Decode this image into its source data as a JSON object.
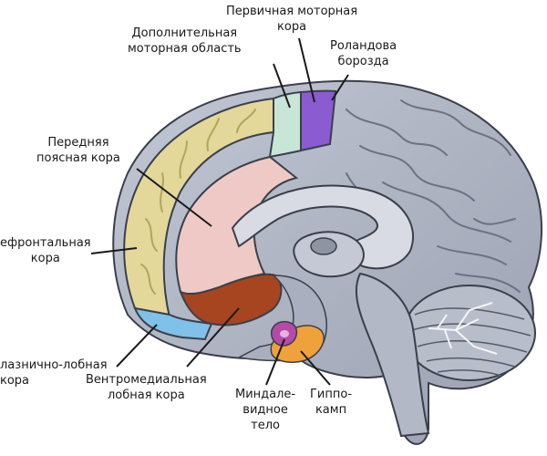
{
  "labels": {
    "primary_motor": [
      "Первичная моторная",
      "кора"
    ],
    "supplementary_motor": [
      "Дополнительная",
      "моторная область"
    ],
    "rolandic": [
      "Роландова",
      "борозда"
    ],
    "anterior_cingulate": [
      "Передняя",
      "поясная кора"
    ],
    "prefrontal": [
      "ефронтальная",
      "кора"
    ],
    "orbitofrontal": [
      "лазнично-лобная",
      "кора"
    ],
    "ventromedial": [
      "Вентромедиальная",
      "лобная кора"
    ],
    "amygdala": [
      "Миндале-",
      "видное",
      "тело"
    ],
    "hippocampus": [
      "Гиппо-",
      "камп"
    ]
  },
  "colors": {
    "cortex_gray": "#a9afbf",
    "prefrontal": "#e3d79a",
    "cingulate": "#efc9c6",
    "supplementary_motor": "#c7e6d7",
    "primary_motor": "#8a5bd1",
    "orbitofrontal": "#7fc1e8",
    "ventromedial": "#a6451f",
    "amygdala": "#b54aa8",
    "hippocampus": "#f0a23a"
  }
}
